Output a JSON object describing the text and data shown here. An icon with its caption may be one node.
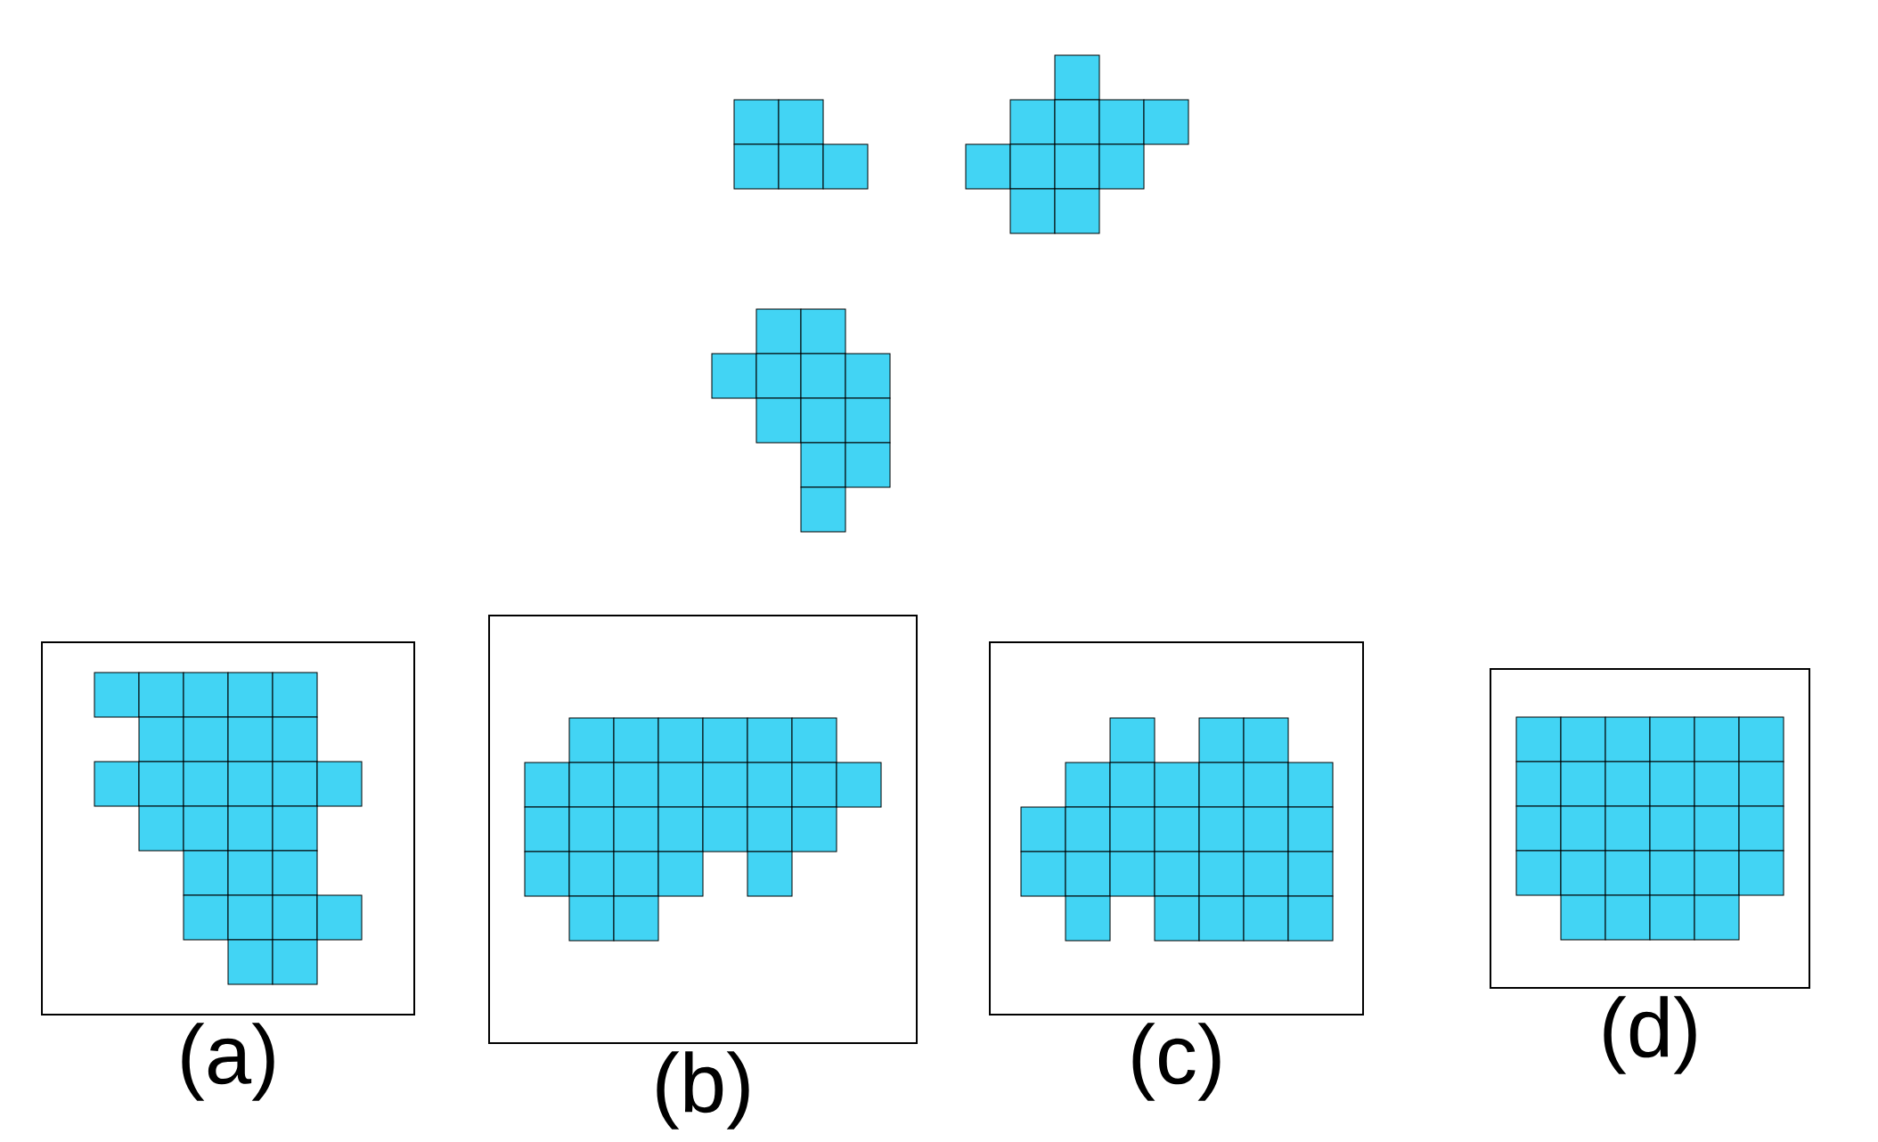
{
  "diagram": {
    "nodes": [
      {
        "text": [],
        "shape": "box",
        "beside": [
          "(a)"
        ]
      },
      {
        "text": [],
        "shape": "box",
        "beside": [
          "(b)"
        ]
      },
      {
        "text": [],
        "shape": "box",
        "beside": [
          "(c)"
        ]
      },
      {
        "text": [],
        "shape": "box",
        "beside": [
          "(d)"
        ]
      }
    ]
  }
}
